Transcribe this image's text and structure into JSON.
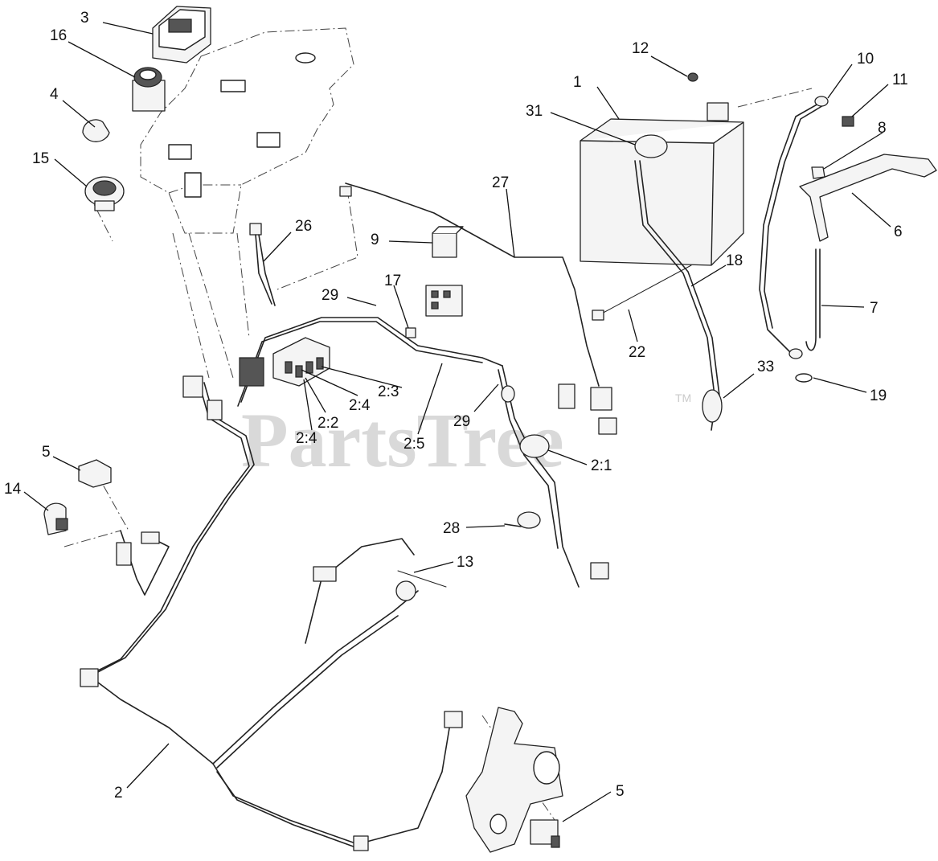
{
  "watermark": {
    "text": "PartsTree",
    "trademark": "TM"
  },
  "callouts": [
    "1",
    "2",
    "2:1",
    "2:2",
    "2:3",
    "2:4",
    "2:4",
    "2:5",
    "3",
    "4",
    "5",
    "5",
    "6",
    "7",
    "8",
    "9",
    "10",
    "11",
    "12",
    "13",
    "14",
    "15",
    "16",
    "17",
    "18",
    "19",
    "22",
    "26",
    "27",
    "28",
    "29",
    "29",
    "31",
    "33"
  ]
}
